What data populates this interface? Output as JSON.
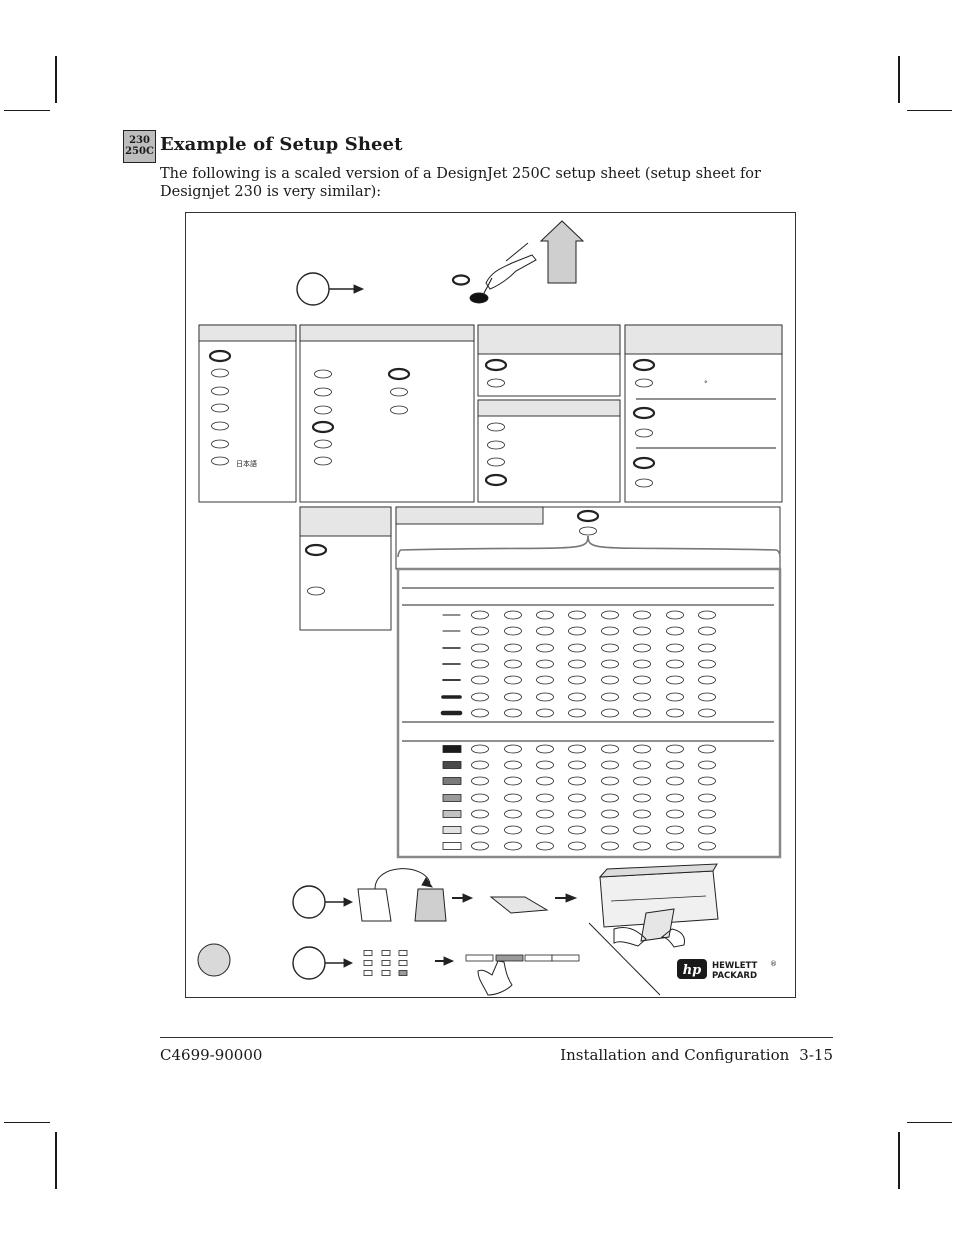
{
  "section_tab": {
    "line1": "230",
    "line2": "250C"
  },
  "heading": "Example of Setup Sheet",
  "intro": "The following is a scaled version of a DesignJet 250C setup sheet (setup sheet for Designjet 230 is very similar):",
  "figure": {
    "language_glyph": "日本語",
    "degree_mark": "°",
    "logo": {
      "line1": "HEWLETT",
      "line2": "PACKARD",
      "mark": "hp",
      "registered": "®"
    }
  },
  "footer": {
    "doc_number": "C4699-90000",
    "chapter": "Installation and Configuration",
    "page": "3-15"
  }
}
